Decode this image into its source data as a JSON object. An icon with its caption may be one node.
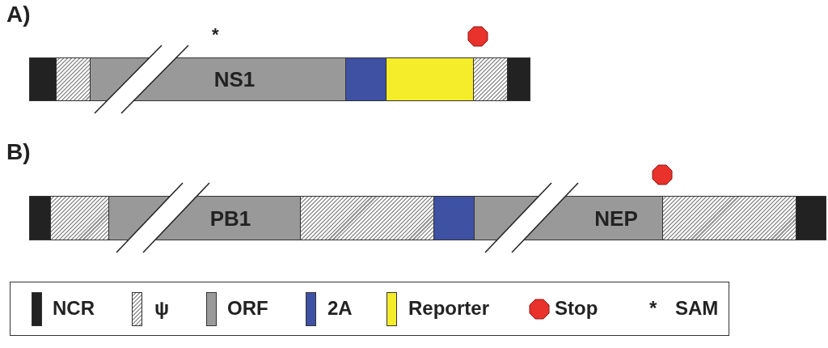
{
  "diagram": {
    "nodes": [
      {
        "text": [],
        "shape": "box"
      },
      {
        "text": [],
        "shape": "box"
      },
      {
        "text": [
          "NS1"
        ]
      },
      {
        "text": [],
        "shape": "box"
      },
      {
        "text": [],
        "shape": "box"
      },
      {
        "text": [],
        "shape": "box"
      },
      {
        "text": [],
        "shape": "box"
      },
      {
        "text": [],
        "shape": "box"
      },
      {
        "text": [],
        "shape": "box"
      },
      {
        "text": [
          "PB1"
        ]
      },
      {
        "text": [],
        "shape": "box"
      },
      {
        "text": [],
        "shape": "box"
      },
      {
        "text": [
          "NEP"
        ]
      },
      {
        "text": [],
        "shape": "box"
      },
      {
        "text": [],
        "shape": "box"
      }
    ],
    "edges": [],
    "labels": [
      "A)",
      "*",
      "B)",
      "*"
    ],
    "legend": [
      {
        "text": "NCR",
        "color": "#222222"
      },
      {
        "text": "ψ"
      },
      {
        "text": "ORF",
        "color": "#999999"
      },
      {
        "text": "2A",
        "color": "#3f51a3"
      },
      {
        "text": "Reporter",
        "color": "#f5ec2a"
      },
      {
        "text": "Stop"
      },
      {
        "text": "SAM"
      }
    ]
  }
}
